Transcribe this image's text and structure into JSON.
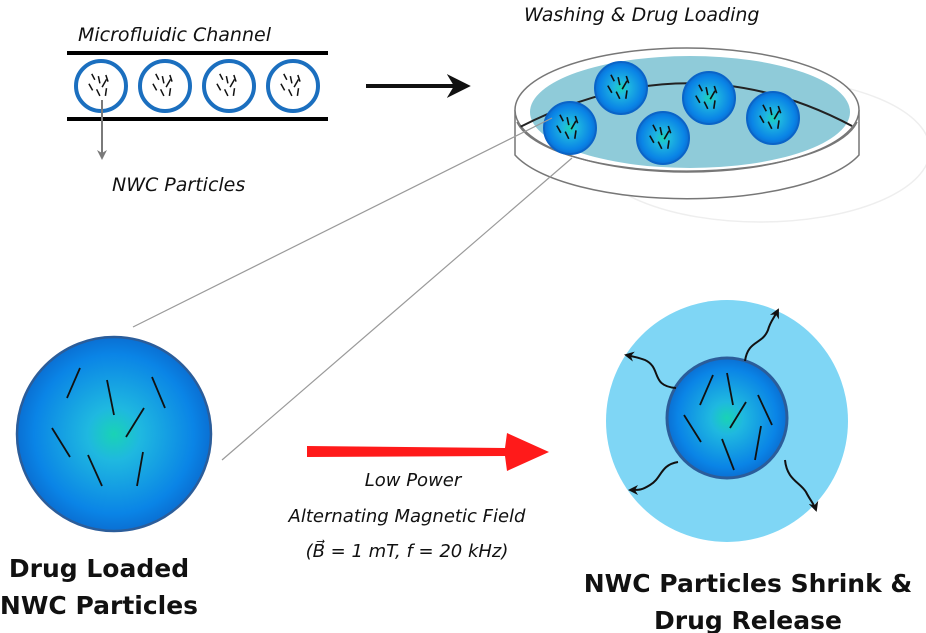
{
  "title": "NWC particle drug loading and magnetically triggered release",
  "labels": {
    "channel": "Microfluidic Channel",
    "nwc_particles": "NWC Particles",
    "washing": "Washing & Drug Loading",
    "drug_loaded_line1": "Drug Loaded",
    "drug_loaded_line2": "NWC Particles",
    "field_line1": "Low Power",
    "field_line2": "Alternating Magnetic Field",
    "field_line3": "(B⃗ = 1 mT, f = 20 kHz)",
    "release_line1": "NWC Particles Shrink &",
    "release_line2": "Drug Release"
  },
  "magnetic_field": {
    "B": "1 mT",
    "f": "20 kHz"
  },
  "colors": {
    "particle_outline": "#1b6fbf",
    "particle_core": "#19d3c5",
    "particle_body": "#0a7fe0",
    "dish_liquid": "#8fcbd9",
    "release_halo": "#7fd6f5",
    "arrow_red": "#ff1a1a",
    "arrow_black": "#111111",
    "connector": "#9a9a9a"
  }
}
